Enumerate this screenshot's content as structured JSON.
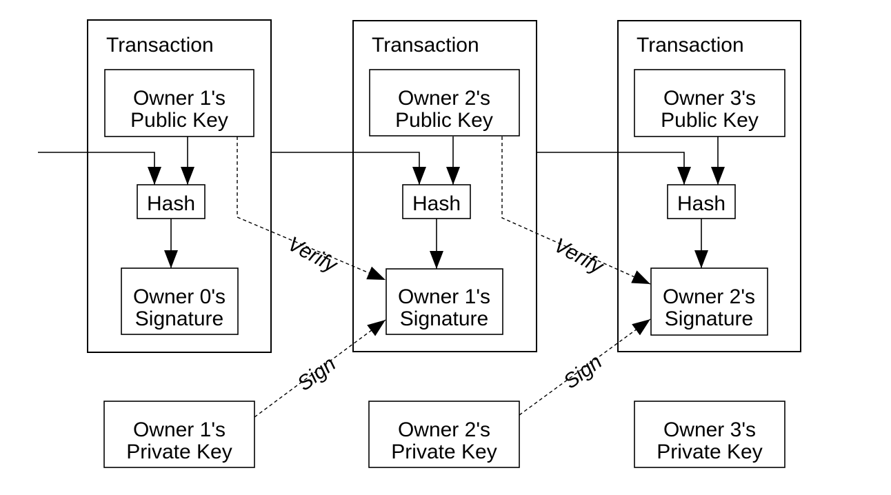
{
  "diagram": {
    "transactions": [
      {
        "label": "Transaction",
        "public_key_line1": "Owner 1's",
        "public_key_line2": "Public Key",
        "hash_label": "Hash",
        "signature_line1": "Owner 0's",
        "signature_line2": "Signature"
      },
      {
        "label": "Transaction",
        "public_key_line1": "Owner 2's",
        "public_key_line2": "Public Key",
        "hash_label": "Hash",
        "signature_line1": "Owner 1's",
        "signature_line2": "Signature"
      },
      {
        "label": "Transaction",
        "public_key_line1": "Owner 3's",
        "public_key_line2": "Public Key",
        "hash_label": "Hash",
        "signature_line1": "Owner 2's",
        "signature_line2": "Signature"
      }
    ],
    "private_keys": [
      {
        "line1": "Owner 1's",
        "line2": "Private Key"
      },
      {
        "line1": "Owner 2's",
        "line2": "Private Key"
      },
      {
        "line1": "Owner 3's",
        "line2": "Private Key"
      }
    ],
    "arrow_labels": {
      "verify": "Verify",
      "sign": "Sign"
    },
    "colors": {
      "stroke": "#000000",
      "fill": "#ffffff"
    }
  }
}
